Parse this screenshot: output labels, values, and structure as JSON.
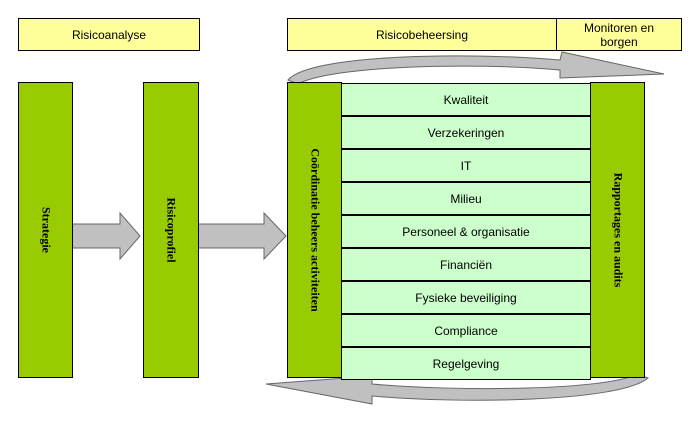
{
  "headers": {
    "risicoanalyse": "Risicoanalyse",
    "risicobeheersing": "Risicobeheersing",
    "monitoren": "Monitoren en borgen"
  },
  "pillars": {
    "strategie": "Strategie",
    "risicoprofiel": "Risicoprofiel",
    "coordinatie": "Coördinatie beheers activiteiten",
    "rapportages": "Rapportages en audits"
  },
  "domains": [
    "Kwaliteit",
    "Verzekeringen",
    "IT",
    "Milieu",
    "Personeel & organisatie",
    "Financiën",
    "Fysieke beveiliging",
    "Compliance",
    "Regelgeving"
  ],
  "colors": {
    "header_fill": "#ffff99",
    "pillar_fill": "#99cc00",
    "cell_fill": "#ccffcc",
    "arrow_fill": "#c0c0c0"
  }
}
